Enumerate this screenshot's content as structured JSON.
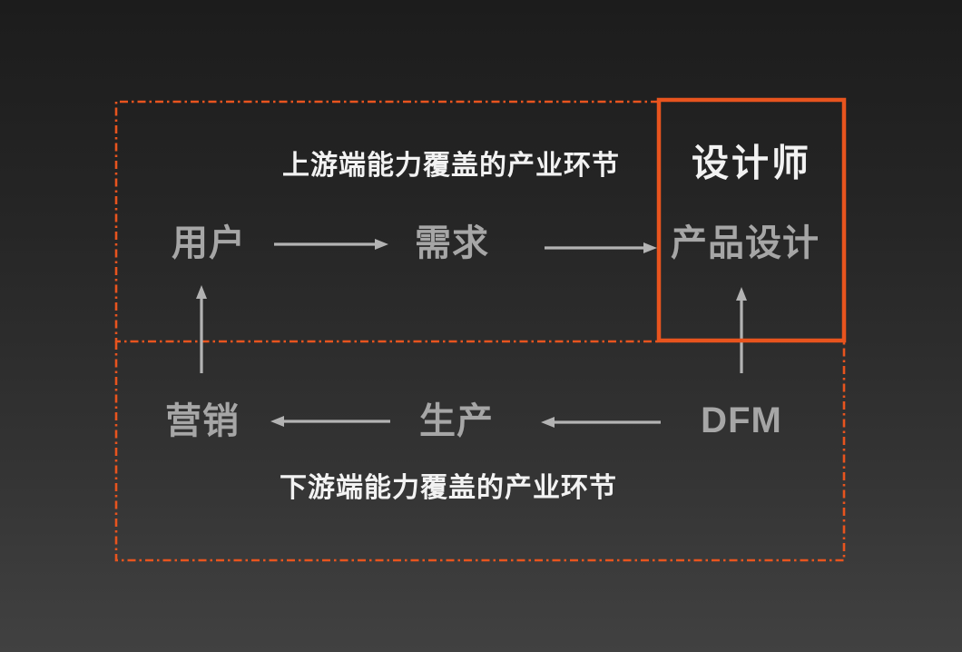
{
  "colors": {
    "accent": "#E8541E",
    "heading_text": "#F2F2F2",
    "node_text": "#A6A6A6",
    "arrow": "#B3B3B3",
    "bg_top": "#1C1C1C",
    "bg_bottom": "#414141"
  },
  "upstream": {
    "label": "上游端能力覆盖的产业环节",
    "nodes": [
      {
        "label": "用户"
      },
      {
        "label": "需求"
      }
    ]
  },
  "designer": {
    "title": "设计师",
    "node_label": "产品设计"
  },
  "downstream": {
    "label": "下游端能力覆盖的产业环节",
    "nodes": [
      {
        "label": "营销"
      },
      {
        "label": "生产"
      },
      {
        "label": "DFM"
      }
    ]
  },
  "flows": [
    {
      "from": "用户",
      "to": "需求"
    },
    {
      "from": "需求",
      "to": "产品设计"
    },
    {
      "from": "DFM",
      "to": "产品设计"
    },
    {
      "from": "DFM",
      "to": "生产"
    },
    {
      "from": "生产",
      "to": "营销"
    },
    {
      "from": "营销",
      "to": "用户"
    }
  ]
}
